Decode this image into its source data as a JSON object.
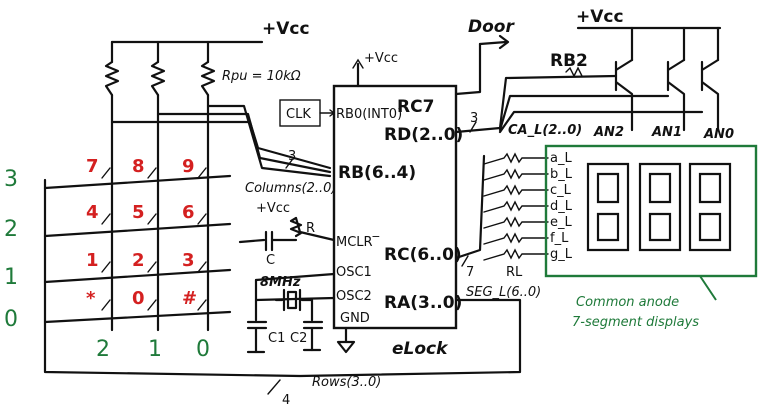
{
  "labels": {
    "vcc_top": "+Vcc",
    "vcc_right": "+Vcc",
    "vcc_chip": "+Vcc",
    "vcc_mclr": "+Vcc",
    "rpu": "Rpu = 10kΩ",
    "clk": "CLK",
    "rb0": "RB0(INT0)",
    "rc7": "RC7",
    "rd": "RD(2..0)",
    "rb": "RB(6..4)",
    "mclr": "MCLR‾",
    "rc": "RC(6..0)",
    "osc1": "OSC1",
    "osc2": "OSC2",
    "ra": "RA(3..0)",
    "gnd": "GND",
    "elock": "eLock",
    "door": "Door",
    "rb2": "RB2",
    "can": "CA_L(2..0)",
    "an2": "AN2",
    "an1": "AN1",
    "an0": "AN0",
    "rl": "RL",
    "seg": "SEG_L(6..0)",
    "columns": "Columns(2..0)",
    "rows": "Rows(3..0)",
    "mhz": "8MHz",
    "c1": "C1",
    "c2": "C2",
    "r": "R",
    "c": "C",
    "bus3a": "3",
    "bus3b": "3",
    "bus7": "7",
    "bus4": "4",
    "disp1": "Common anode",
    "disp2": "7-segment displays"
  },
  "keys": [
    [
      "7",
      "8",
      "9"
    ],
    [
      "4",
      "5",
      "6"
    ],
    [
      "1",
      "2",
      "3"
    ],
    [
      "*",
      "0",
      "#"
    ]
  ],
  "row_numbers": [
    "3",
    "2",
    "1",
    "0"
  ],
  "col_numbers": [
    "2",
    "1",
    "0"
  ],
  "segments": [
    "a_L",
    "b_L",
    "c_L",
    "d_L",
    "e_L",
    "f_L",
    "g_L"
  ],
  "display_digits": [
    "0",
    "0",
    "0"
  ],
  "colors": {
    "ink": "#111111",
    "keys": "#d42020",
    "accent": "#1f7a3a"
  }
}
